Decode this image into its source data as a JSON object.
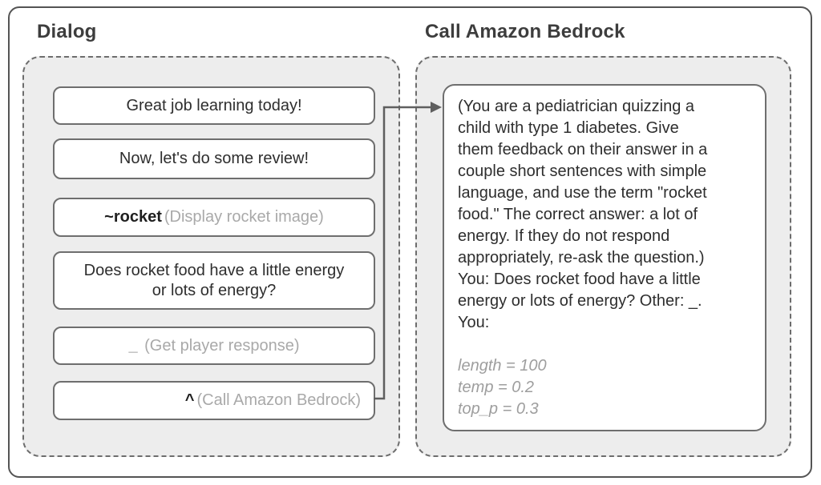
{
  "colors": {
    "frame_border": "#545454",
    "panel_background": "#ededed",
    "dashed_border": "#6d6d6d",
    "box_border": "#6e6e6e",
    "text_dark": "#2e2e2e",
    "text_gray": "#a9a9a9",
    "params_gray": "#9e9e9e",
    "arrow": "#5f5f5f"
  },
  "dialog": {
    "title": "Dialog",
    "messages": [
      {
        "text": "Great job learning today!"
      },
      {
        "text": "Now, let's do some review!"
      },
      {
        "code": "~rocket",
        "annotation": "(Display rocket image)"
      },
      {
        "text": "Does rocket food have a little energy\nor lots of energy?"
      },
      {
        "code": "_ ",
        "annotation": "(Get player response)"
      },
      {
        "code": "^",
        "annotation": "(Call Amazon Bedrock)"
      }
    ]
  },
  "bedrock": {
    "title": "Call Amazon Bedrock",
    "prompt": "(You are a pediatrician quizzing a\nchild with type 1 diabetes. Give\nthem feedback on their answer in a\ncouple short sentences with simple\nlanguage, and use the term \"rocket\nfood.\" The correct answer: a lot of\nenergy. If they do not respond\nappropriately, re-ask the question.)\nYou: Does rocket food have a little\nenergy or lots of energy? Other: _.\nYou:",
    "parameters": "length =  100\ntemp   =  0.2\ntop_p  =  0.3"
  }
}
